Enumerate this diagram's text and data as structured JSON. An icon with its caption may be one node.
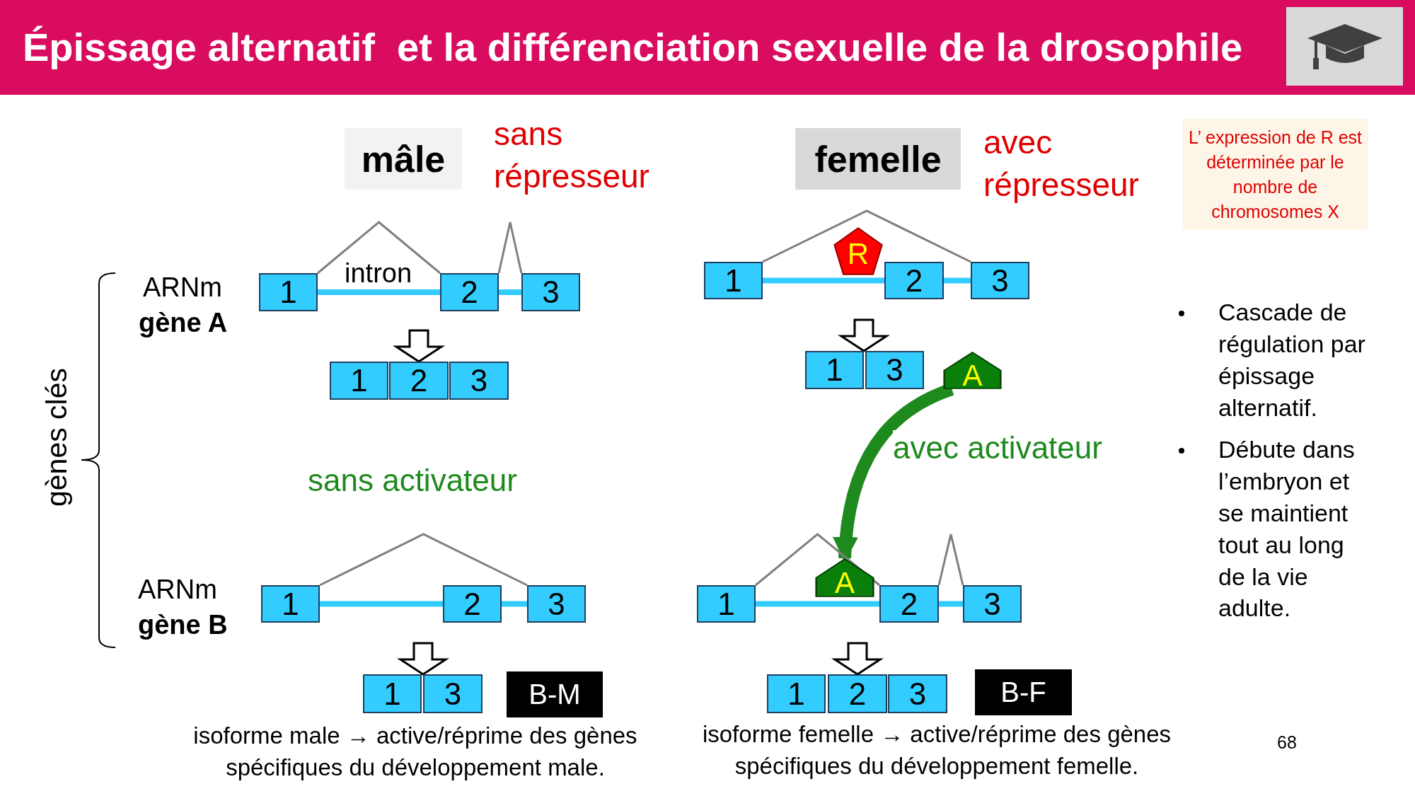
{
  "diagram": {
    "title": "Épissage alternatif  et la différenciation sexuelle de la drosophile",
    "nodes": [
      {
        "text": [
          "mâle"
        ]
      },
      {
        "text": [
          "femelle"
        ]
      },
      {
        "text": [
          "L’ expression de R est déterminée par le nombre de chromosomes X"
        ]
      },
      {
        "text": [
          "1"
        ]
      },
      {
        "text": [
          "2"
        ]
      },
      {
        "text": [
          "3"
        ]
      },
      {
        "text": [
          "1"
        ]
      },
      {
        "text": [
          "R"
        ]
      },
      {
        "text": [
          "2"
        ]
      },
      {
        "text": [
          "3"
        ]
      },
      {
        "text": [
          "1"
        ]
      },
      {
        "text": [
          "2"
        ]
      },
      {
        "text": [
          "3"
        ]
      },
      {
        "text": [
          "1"
        ]
      },
      {
        "text": [
          "3"
        ]
      },
      {
        "text": [
          "A"
        ]
      },
      {
        "text": [
          "1"
        ]
      },
      {
        "text": [
          "2"
        ]
      },
      {
        "text": [
          "3"
        ]
      },
      {
        "text": [
          "1"
        ]
      },
      {
        "text": [
          "A"
        ]
      },
      {
        "text": [
          "2"
        ]
      },
      {
        "text": [
          "3"
        ]
      },
      {
        "text": [
          "1"
        ]
      },
      {
        "text": [
          "3"
        ]
      },
      {
        "text": [
          "B-M"
        ]
      },
      {
        "text": [
          "1"
        ]
      },
      {
        "text": [
          "2"
        ]
      },
      {
        "text": [
          "3"
        ]
      },
      {
        "text": [
          "B-F"
        ]
      }
    ],
    "edges": [
      {
        "from": 3,
        "to": 4,
        "arrow": "none",
        "color": "#7f7f7f"
      },
      {
        "from": 3,
        "to": 4,
        "arrow": "none"
      },
      {
        "from": 4,
        "to": 5,
        "arrow": "none",
        "color": "#7f7f7f"
      },
      {
        "from": 4,
        "to": 5,
        "arrow": "none"
      },
      {
        "from": 6,
        "to": 9,
        "arrow": "none",
        "color": "#7f7f7f"
      },
      {
        "from": 6,
        "to": 8,
        "arrow": "none"
      },
      {
        "from": 8,
        "to": 9,
        "arrow": "none"
      },
      {
        "from": null,
        "to": 11,
        "arrow": "to",
        "color": "#000000"
      },
      {
        "from": null,
        "to": 13,
        "arrow": "to",
        "color": "#000000"
      },
      {
        "from": 15,
        "to": 20,
        "arrow": "to",
        "label": "avec activateur",
        "style": "thick",
        "color": "#1e8a1e"
      },
      {
        "from": 16,
        "to": 18,
        "arrow": "none",
        "color": "#7f7f7f"
      },
      {
        "from": 16,
        "to": 17,
        "arrow": "none"
      },
      {
        "from": 17,
        "to": 18,
        "arrow": "none"
      },
      {
        "from": 19,
        "to": 21,
        "arrow": "none",
        "color": "#7f7f7f"
      },
      {
        "from": 21,
        "to": 22,
        "arrow": "none",
        "color": "#7f7f7f"
      },
      {
        "from": 19,
        "to": 21,
        "arrow": "none"
      },
      {
        "from": 21,
        "to": 22,
        "arrow": "none"
      },
      {
        "from": null,
        "to": 24,
        "arrow": "to",
        "color": "#000000"
      },
      {
        "from": null,
        "to": 27,
        "arrow": "to",
        "color": "#000000"
      }
    ],
    "labels": [
      "sans répresseur",
      "avec répresseur",
      "intron",
      "ARNm",
      "gène A",
      "gènes clés",
      "sans activateur",
      "ARNm",
      "gène B",
      "Cascade de régulation par épissage alternatif.",
      "Débute dans l’embryon et se maintient tout au long de la vie adulte.",
      "isoforme male → active/réprime des gènes spécifiques du développement male.",
      "isoforme femelle → active/réprime des gènes spécifiques du développement femelle.",
      "68"
    ]
  }
}
